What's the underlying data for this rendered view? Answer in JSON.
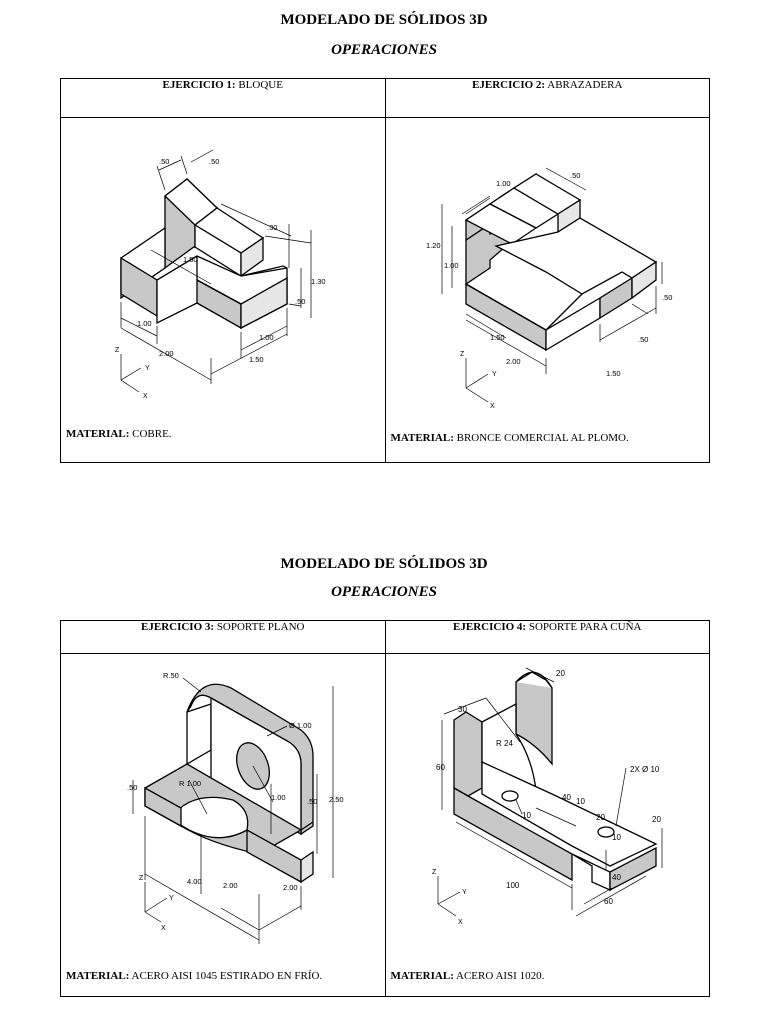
{
  "sections": [
    {
      "title": "MODELADO DE SÓLIDOS 3D",
      "subtitle": "OPERACIONES",
      "exercises": [
        {
          "label": "EJERCICIO 1:",
          "name": "BLOQUE",
          "material_label": "MATERIAL:",
          "material": "COBRE.",
          "dims": [
            ".50",
            ".50",
            ".30",
            "1.50",
            "1.30",
            ".50",
            "1.00",
            "2.00",
            "1.00",
            "1.50"
          ],
          "axes": [
            "Z",
            "Y",
            "X"
          ]
        },
        {
          "label": "EJERCICIO 2:",
          "name": "ABRAZADERA",
          "material_label": "MATERIAL:",
          "material": "BRONCE COMERCIAL AL PLOMO.",
          "dims": [
            "1.00",
            ".50",
            "1.20",
            "1.00",
            ".50",
            "1.50",
            "2.00",
            ".50",
            "1.50"
          ],
          "axes": [
            "Z",
            "Y",
            "X"
          ]
        }
      ]
    },
    {
      "title": "MODELADO DE SÓLIDOS 3D",
      "subtitle": "OPERACIONES",
      "exercises": [
        {
          "label": "EJERCICIO 3:",
          "name": "SOPORTE PLANO",
          "material_label": "MATERIAL:",
          "material": "ACERO AISI 1045 ESTIRADO EN FRÍO.",
          "dims": [
            "R.50",
            "Ø 1.00",
            "R 1.00",
            ".50",
            "1.00",
            ".50",
            "2.50",
            "4.00",
            "2.00",
            "2.00"
          ],
          "axes": [
            "Z",
            "Y",
            "X"
          ]
        },
        {
          "label": "EJERCICIO 4:",
          "name": "SOPORTE PARA CUÑA",
          "material_label": "MATERIAL:",
          "material": "ACERO AISI 1020.",
          "dims": [
            "20",
            "30",
            "R 24",
            "60",
            "2X Ø 10",
            "40",
            "10",
            "10",
            "20",
            "20",
            "10",
            "100",
            "40",
            "60"
          ],
          "axes": [
            "Z",
            "Y",
            "X"
          ]
        }
      ]
    }
  ]
}
